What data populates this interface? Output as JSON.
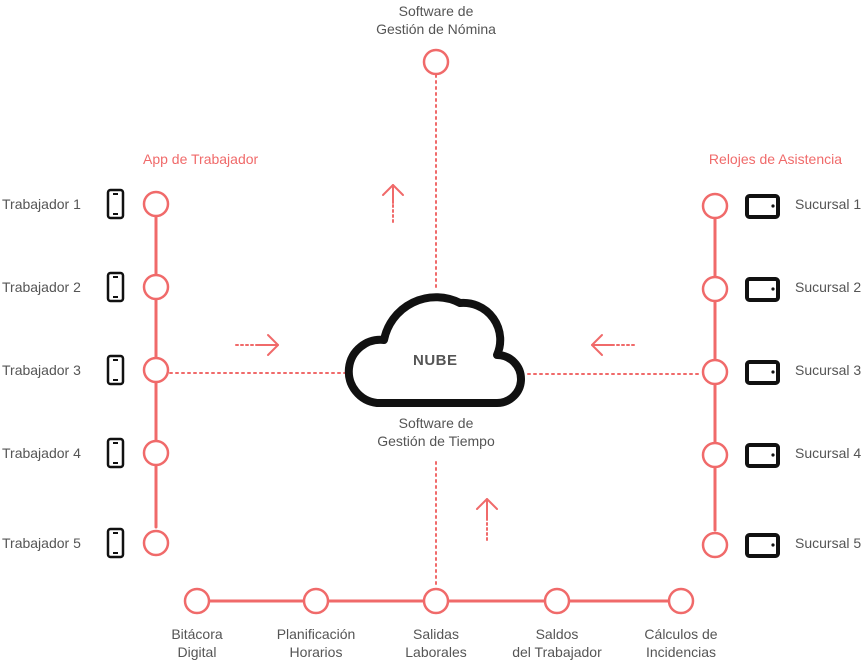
{
  "colors": {
    "accent": "#f06a6a",
    "text": "#555555",
    "icon": "#111111"
  },
  "cloud": {
    "label": "NUBE",
    "caption_line1": "Software de",
    "caption_line2": "Gestión de Tiempo",
    "icon": "cloud-icon"
  },
  "payroll": {
    "line1": "Software de",
    "line2": "Gestión de Nómina"
  },
  "workers": {
    "title": "App de Trabajador",
    "icon": "smartphone-icon",
    "items": [
      "Trabajador 1",
      "Trabajador 2",
      "Trabajador 3",
      "Trabajador 4",
      "Trabajador 5"
    ]
  },
  "clocks": {
    "title": "Relojes de Asistencia",
    "icon": "tablet-icon",
    "items": [
      "Sucursal 1",
      "Sucursal 2",
      "Sucursal 3",
      "Sucursal 4",
      "Sucursal 5"
    ]
  },
  "outputs": [
    {
      "line1": "Bitácora",
      "line2": "Digital"
    },
    {
      "line1": "Planificación",
      "line2": "Horarios"
    },
    {
      "line1": "Salidas",
      "line2": "Laborales"
    },
    {
      "line1": "Saldos",
      "line2": "del Trabajador"
    },
    {
      "line1": "Cálculos de",
      "line2": "Incidencias"
    }
  ]
}
